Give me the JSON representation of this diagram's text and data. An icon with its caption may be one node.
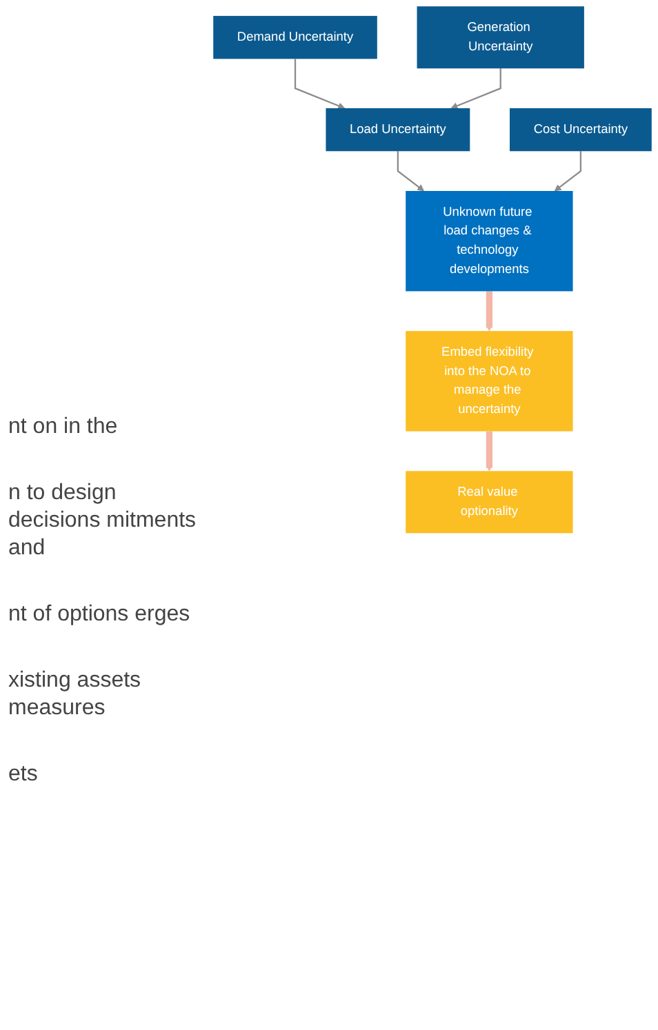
{
  "diagram": {
    "nodes": [
      {
        "text": [
          "Demand Uncertainty"
        ]
      },
      {
        "text": [
          "Generation Uncertainty"
        ]
      },
      {
        "text": [
          "Load Uncertainty"
        ]
      },
      {
        "text": [
          "Cost Uncertainty"
        ]
      },
      {
        "text": [
          "Unknown future load changes & technology developments"
        ]
      },
      {
        "text": [
          "Embed flexibility into the NOA to manage the uncertainty"
        ]
      },
      {
        "text": [
          "Real value optionality"
        ]
      }
    ],
    "edges": [
      {
        "from": 0,
        "to": 2,
        "arrow": "to"
      },
      {
        "from": 1,
        "to": 2,
        "arrow": "to"
      },
      {
        "from": 2,
        "to": 4,
        "arrow": "to"
      },
      {
        "from": 3,
        "to": 4,
        "arrow": "to"
      },
      {
        "from": 4,
        "to": 5,
        "arrow": "to",
        "style": "thick",
        "color": "#f4b6a6"
      },
      {
        "from": 5,
        "to": 6,
        "arrow": "to",
        "style": "thick",
        "color": "#f4b6a6"
      }
    ],
    "labels": [
      "nt on in the",
      "n to design decisions mitments and",
      "nt of options erges",
      "xisting assets measures",
      "ets"
    ]
  }
}
